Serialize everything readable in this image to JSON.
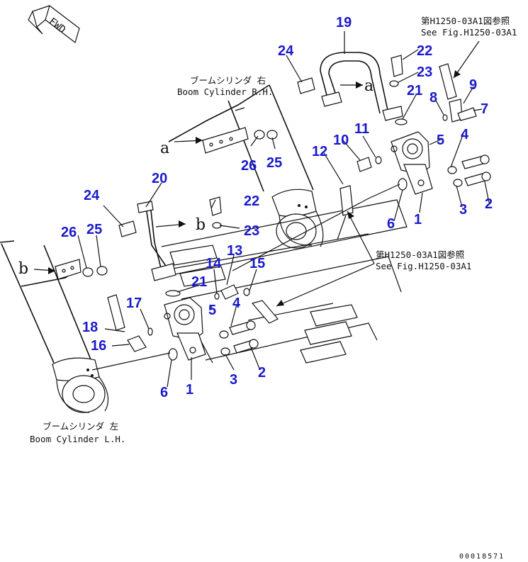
{
  "direction_badge": "FWD",
  "captions": {
    "boom_rh_jp": "ブームシリンダ 右",
    "boom_rh_en": "Boom Cylinder R.H.",
    "boom_lh_jp": "ブームシリンダ 左",
    "boom_lh_en": "Boom Cylinder L.H.",
    "ref_top_jp": "第H1250-03A1図参照",
    "ref_top_en": "See Fig.H1250-03A1",
    "ref_mid_jp": "第H1250-03A1図参照",
    "ref_mid_en": "See Fig.H1250-03A1"
  },
  "view_letters": {
    "a1": "a",
    "a2": "a",
    "b1": "b",
    "b2": "b"
  },
  "callouts": [
    {
      "label": "19"
    },
    {
      "label": "24"
    },
    {
      "label": "22"
    },
    {
      "label": "23"
    },
    {
      "label": "21"
    },
    {
      "label": "8"
    },
    {
      "label": "9"
    },
    {
      "label": "7"
    },
    {
      "label": "11"
    },
    {
      "label": "10"
    },
    {
      "label": "12"
    },
    {
      "label": "5"
    },
    {
      "label": "4"
    },
    {
      "label": "26"
    },
    {
      "label": "25"
    },
    {
      "label": "3"
    },
    {
      "label": "2"
    },
    {
      "label": "1"
    },
    {
      "label": "6"
    },
    {
      "label": "20"
    },
    {
      "label": "24"
    },
    {
      "label": "22"
    },
    {
      "label": "26"
    },
    {
      "label": "25"
    },
    {
      "label": "23"
    },
    {
      "label": "13"
    },
    {
      "label": "14"
    },
    {
      "label": "15"
    },
    {
      "label": "21"
    },
    {
      "label": "17"
    },
    {
      "label": "5"
    },
    {
      "label": "4"
    },
    {
      "label": "18"
    },
    {
      "label": "16"
    },
    {
      "label": "3"
    },
    {
      "label": "2"
    },
    {
      "label": "1"
    },
    {
      "label": "6"
    }
  ],
  "drawing_code": "00018571",
  "colors": {
    "callout": "#1a1acc",
    "line": "#111111",
    "background": "#ffffff"
  }
}
